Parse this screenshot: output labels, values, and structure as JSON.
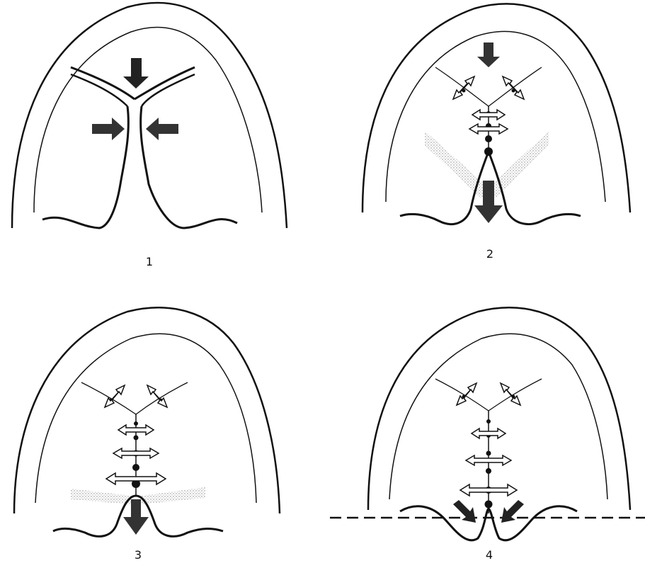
{
  "colors": {
    "ink": "#111111",
    "stipple": "#7a7a7a",
    "background": "#ffffff"
  },
  "panels": [
    {
      "label": "1"
    },
    {
      "label": "2"
    },
    {
      "label": "3"
    },
    {
      "label": "4"
    }
  ]
}
